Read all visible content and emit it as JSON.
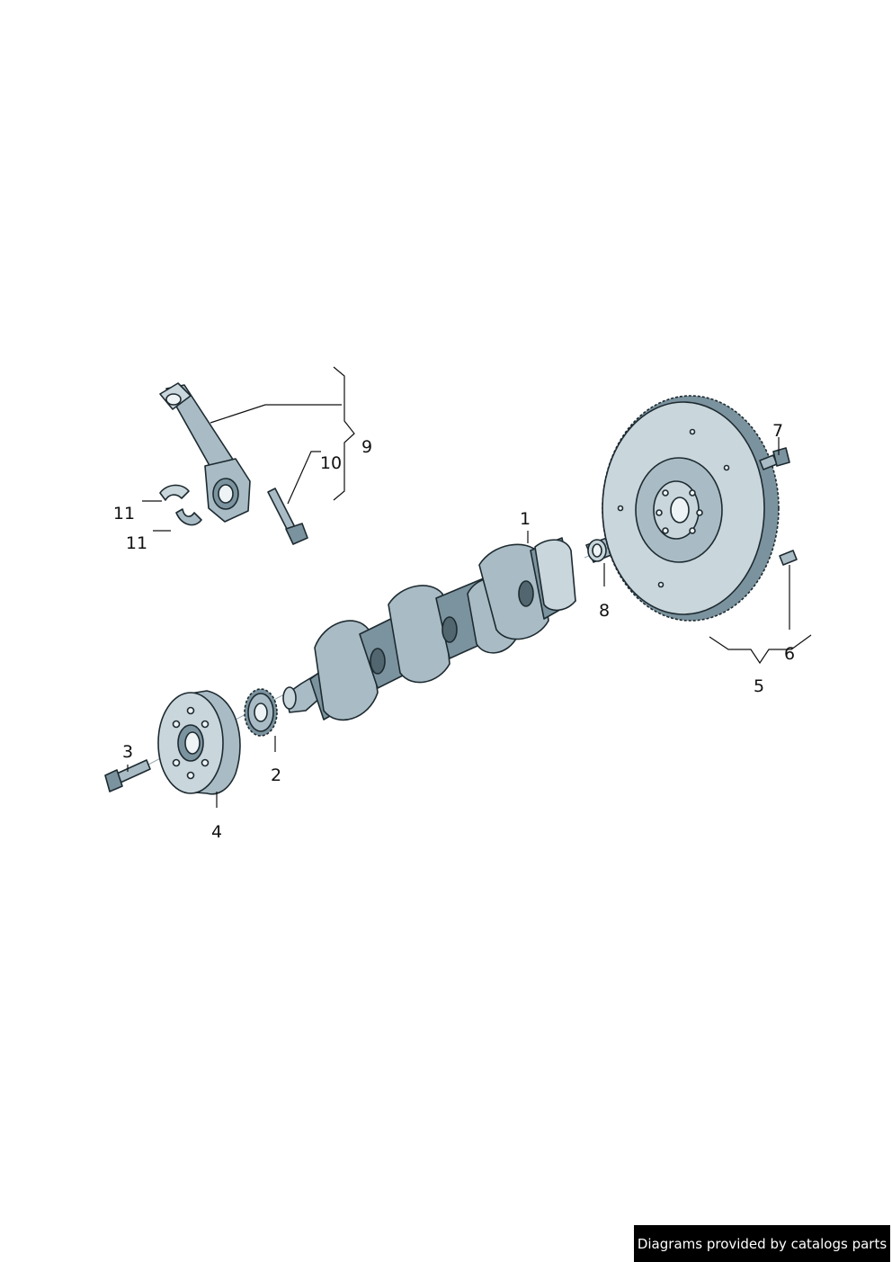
{
  "callouts": [
    "1",
    "2",
    "3",
    "4",
    "5",
    "6",
    "7",
    "8",
    "9",
    "10",
    "11",
    "11"
  ],
  "credit": "Diagrams provided by catalogs parts"
}
